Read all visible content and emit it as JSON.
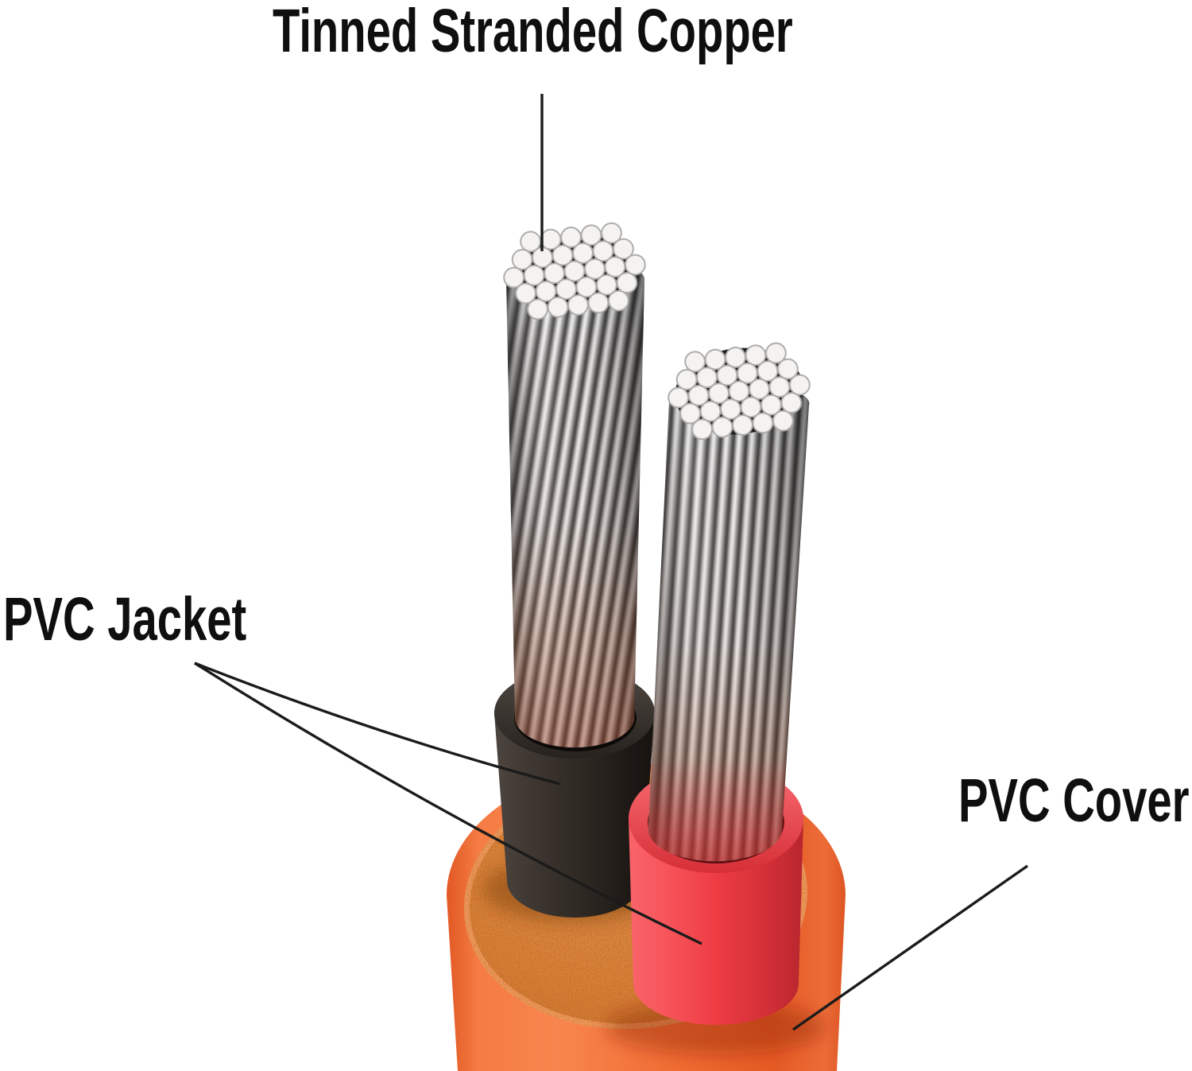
{
  "diagram": {
    "background": "#FFFFFF",
    "labels": {
      "tinned_stranded_copper": "Tinned Stranded Copper",
      "pvc_jacket": "PVC Jacket",
      "pvc_cover": "PVC Cover"
    },
    "colors": {
      "pvc_cover_orange": "#F2702F",
      "pvc_cover_top_face": "#DD8338",
      "pvc_jacket_red": "#EF3E45",
      "pvc_jacket_black": "#2F2925",
      "tinned_copper_silver": "#D9D9D9",
      "copper_tint": "#96431E",
      "leader_line": "#1B1B1B",
      "label_text": "#0F0F0F"
    }
  }
}
